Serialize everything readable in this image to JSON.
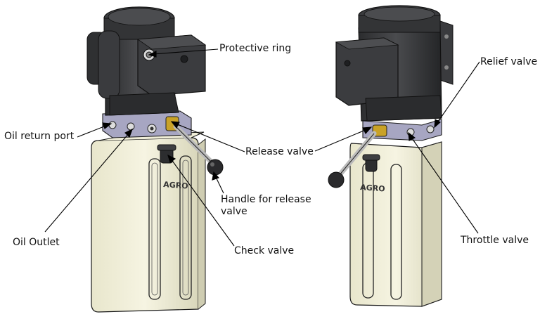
{
  "diagram": {
    "brand_mark": "AGRO",
    "labels": {
      "protective_ring": "Protective ring",
      "relief_valve": "Relief valve",
      "oil_return_port": "Oil return port",
      "release_valve": "Release valve",
      "handle_for_release_valve": "Handle for release valve",
      "oil_outlet": "Oil Outlet",
      "check_valve": "Check valve",
      "throttle_valve": "Throttle valve"
    },
    "colors": {
      "motor": "#3a3b3d",
      "motor_dark": "#262729",
      "tank": "#f3f1dc",
      "tank_shade": "#e1dfc4",
      "manifold": "#a7a6c2",
      "outline": "#1a1a1a",
      "brass": "#c9a227"
    }
  }
}
